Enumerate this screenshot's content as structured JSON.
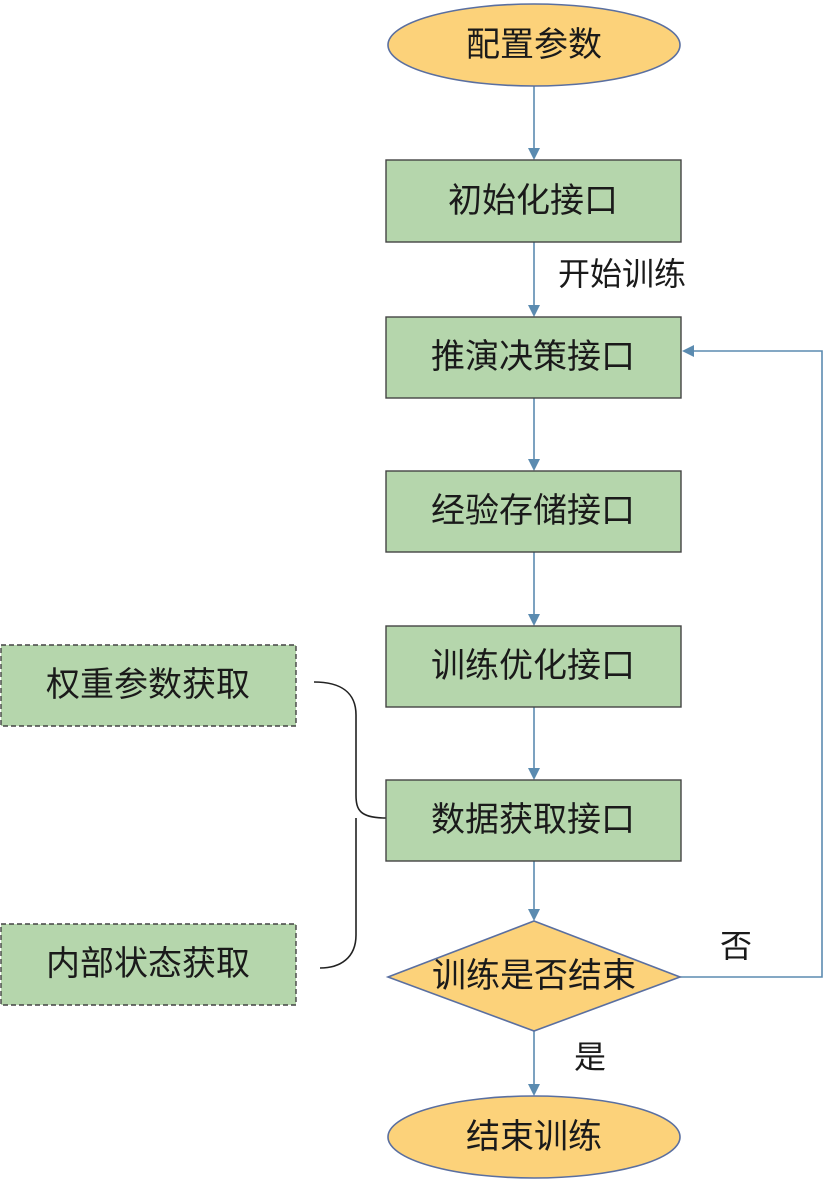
{
  "flow": {
    "start": "配置参数",
    "init": "初始化接口",
    "start_training": "开始训练",
    "inference": "推演决策接口",
    "storage": "经验存储接口",
    "optimize": "训练优化接口",
    "data_fetch": "数据获取接口",
    "decision": "训练是否结束",
    "no": "否",
    "yes": "是",
    "end": "结束训练"
  },
  "side": {
    "weights": "权重参数获取",
    "internal_state": "内部状态获取"
  },
  "colors": {
    "terminal_fill": "#fcd27a",
    "process_fill": "#b5d6ac",
    "decision_fill": "#fcd27a",
    "arrow": "#5b8bb0",
    "side_fill": "#b5d6ac"
  }
}
